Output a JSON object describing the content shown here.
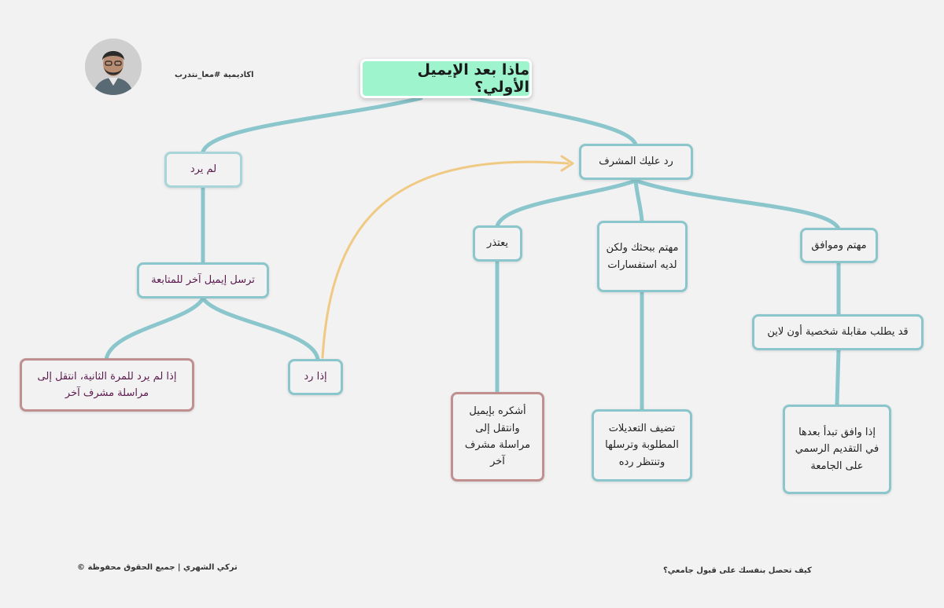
{
  "header": {
    "handle": "اكاديمية #معا_نتدرب",
    "title": "ماذا بعد الإيميل الأولي؟"
  },
  "nodes": {
    "no_reply": "لم يرد",
    "send_followup": "ترسل إيميل آخر للمتابعة",
    "no_reply_twice": "إذا لم يرد للمرة الثانية، انتقل إلى مراسلة مشرف آخر",
    "if_replied": "إذا رد",
    "supervisor_replied": "رد عليك المشرف",
    "apologizes": "يعتذر",
    "thank_move_on": "أشكره بإيميل وانتقل إلى مراسلة مشرف آخر",
    "interested_questions": "مهتم ببحثك ولكن لديه استفسارات",
    "add_edits": "تضيف التعديلات المطلوبة وترسلها وتنتظر رده",
    "interested_agrees": "مهتم وموافق",
    "may_interview": "قد يطلب مقابلة شخصية أون لاين",
    "if_agrees": "إذا وافق تبدأ بعدها في التقديم الرسمي على الجامعة"
  },
  "footer": {
    "copyright": "تركي الشهري | جميع الحقوق محفوظة ©",
    "subtitle": "كيف تحصل بنفسك على قبول جامعي؟"
  },
  "colors": {
    "link": "#8ac6cc",
    "arrow": "#f0c983",
    "title_bg": "#9ef5cd",
    "node_border": "#8ac6cc",
    "warning_border": "#c09090",
    "purple_text": "#5b1a4e"
  }
}
